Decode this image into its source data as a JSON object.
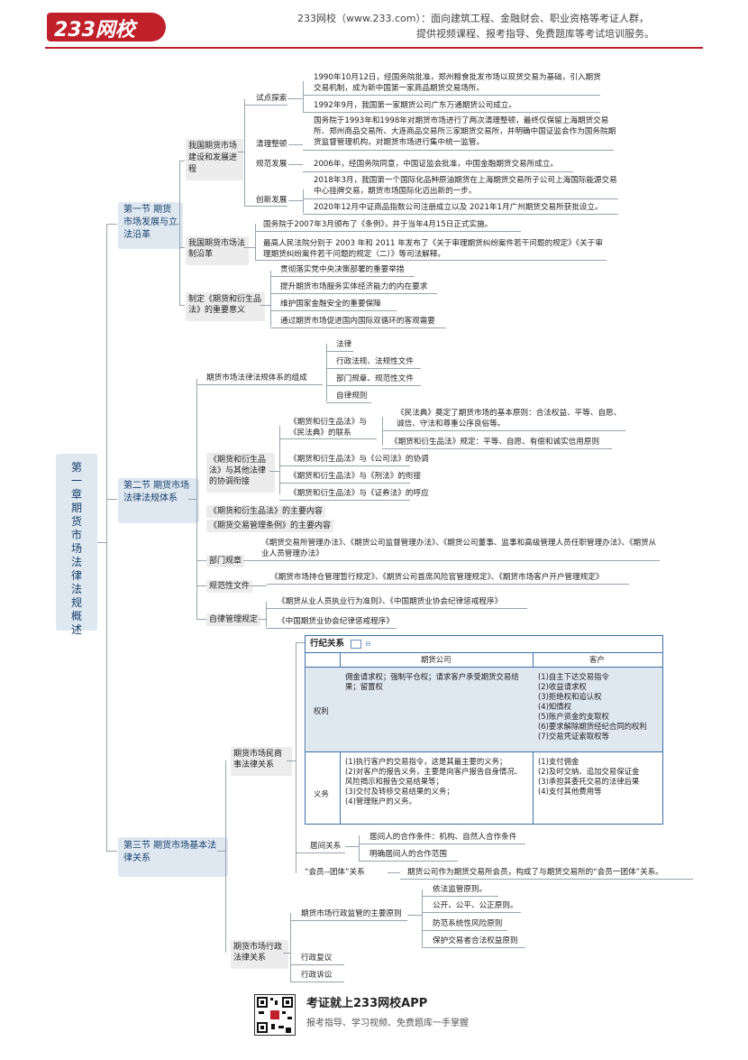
{
  "header": {
    "logo_text": "233网校",
    "logo_url": "www.233.com",
    "line1": "233网校（www.233.com）：面向建筑工程、金融财会、职业资格等考证人群，",
    "line2": "提供视频课程、报考指导、免费题库等考试培训服务。"
  },
  "root": {
    "label": "第一章期货市场法律法规概述"
  },
  "sec1": {
    "label": "第一节 期货市场发展与立法沿革",
    "b1": {
      "label": "我国期货市场建设和发展进程",
      "sd": {
        "label": "试点探索",
        "i1": "1990年10月12日，经国务院批准，郑州粮食批发市场以现货交易为基础，引入期货交易机制，成为新中国第一家商品期货交易场所。",
        "i2": "1992年9月，我国第一家期货公司广东万通期货公司成立。"
      },
      "qz": {
        "label": "清理整顿",
        "i1": "国务院于1993年和1998年对期货市场进行了两次清理整顿，最终仅保留上海期货交易所、郑州商品交易所、大连商品交易所三家期货交易所，并明确中国证监会作为国务院期货监督管理机构，对期货市场进行集中统一监管。"
      },
      "gf": {
        "label": "规范发展",
        "i1": "2006年，经国务院同意，中国证监会批准，中国金融期货交易所成立。"
      },
      "cx": {
        "label": "创新发展",
        "i1": "2018年3月，我国第一个国际化品种原油期货在上海期货交易所子公司上海国际能源交易中心挂牌交易，期货市场国际化迈出新的一步。",
        "i2": "2020年12月中证商品指数公司注册成立以及 2021年1月广州期货交易所获批设立。"
      }
    },
    "b2": {
      "label": "我国期货市场法制沿革",
      "i1": "国务院于2007年3月颁布了《条例》，并于当年4月15日正式实施。",
      "i2": "最高人民法院分别于 2003 年和 2011 年发布了《关于审理期货纠纷案件若干问题的规定》《关于审理期货纠纷案件若干问题的规定（二）》等司法解释。"
    },
    "b3": {
      "label": "制定《期货和衍生品法》的重要意义",
      "i1": "贯彻落实党中央决策部署的重要举措",
      "i2": "提升期货市场服务实体经济能力的内在要求",
      "i3": "维护国家金融安全的重要保障",
      "i4": "通过期货市场促进国内国际双循环的客观需要"
    }
  },
  "sec2": {
    "label": "第二节 期货市场法律法规体系",
    "b1": {
      "label": "期货市场法律法规体系的组成",
      "i1": "法律",
      "i2": "行政法规、法规性文件",
      "i3": "部门规章、规范性文件",
      "i4": "自律规则"
    },
    "b2": {
      "label": "《期货和衍生品法》与其他法律的协调衔接",
      "mf": {
        "label": "《期货和衍生品法》与《民法典》的联系",
        "i1": "《民法典》奠定了期货市场的基本原则：合法权益、平等、自愿、诚信、守法和尊重公序良俗等。",
        "i2": "《期货和衍生品法》规定：平等、自愿、有偿和诚实信用原则"
      },
      "i2": "《期货和衍生品法》与《公司法》的协调",
      "i3": "《期货和衍生品法》与《刑法》的衔接",
      "i4": "《期货和衍生品法》与《证券法》的呼应"
    },
    "b3": "《期货和衍生品法》的主要内容",
    "b4": "《期货交易管理条例》的主要内容",
    "b5": {
      "label": "部门规章",
      "text": "《期货交易所管理办法》、《期货公司监督管理办法》、《期货公司董事、监事和高级管理人员任职管理办法》、《期货从业人员管理办法》"
    },
    "b6": {
      "label": "规范性文件",
      "text": "《期货市场持仓管理暂行规定》、《期货公司首席风险官管理规定》、《期货市场客户开户管理规定》"
    },
    "b7": {
      "label": "自律管理规定",
      "i1": "《期货从业人员执业行为准则》、《中国期货业协会纪律惩戒程序》",
      "i2": "《中国期货业协会纪律惩戒程序》"
    }
  },
  "sec3": {
    "label": "第三节 期货市场基本法律关系",
    "b1": {
      "label": "期货市场民商事法律关系",
      "table": {
        "title": "行纪关系",
        "col_company": "期货公司",
        "col_client": "客户",
        "row1_label": "权利",
        "row1_company": "佣金请求权；强制平仓权；请求客户承受期货交易结果；留置权",
        "row1_client": "(1)自主下达交易指令\n(2)收益请求权\n(3)拒绝权和追认权\n(4)知情权\n(5)账户资金的支取权\n(6)要求解除期货经纪合同的权利\n(7)交易凭证索取权等",
        "row2_label": "义务",
        "row2_company": "(1)执行客户的交易指令，这是其最主要的义务；\n(2)对客户的报告义务，主要是向客户报告自身情况、风险揭示和报告交易结果等；\n(3)交付及转移交易结果的义务；\n(4)管理账户的义务。",
        "row2_client": "(1)支付佣金\n(2)及时交纳、追加交易保证金\n(3)承担其委托交易的法律后果\n(4)支付其他费用等"
      },
      "jj": {
        "label": "居间关系",
        "i1": "居间人的合作条件：机构、自然人合作条件",
        "i2": "明确居间人的合作范围"
      },
      "hy": {
        "label": "“会员--团体”关系",
        "text": "期货公司作为期货交易所会员，构成了与期货交易所的“会员一团体”关系。"
      }
    },
    "b2": {
      "label": "期货市场行政法律关系",
      "yz": {
        "label": "期货市场行政监管的主要原则",
        "i1": "依法监管原则。",
        "i2": "公开、公平、公正原则。",
        "i3": "防范系统性风险原则",
        "i4": "保护交易者合法权益原则"
      },
      "i2": "行政复议",
      "i3": "行政诉讼"
    }
  },
  "footer": {
    "title": "考证就上233网校APP",
    "subtitle": "报考指导、学习视频、免费题库一手掌握"
  },
  "colors": {
    "brand_red": "#c0202a",
    "node_blue": "#dfe7f1",
    "table_blue": "#3f6fa6"
  }
}
